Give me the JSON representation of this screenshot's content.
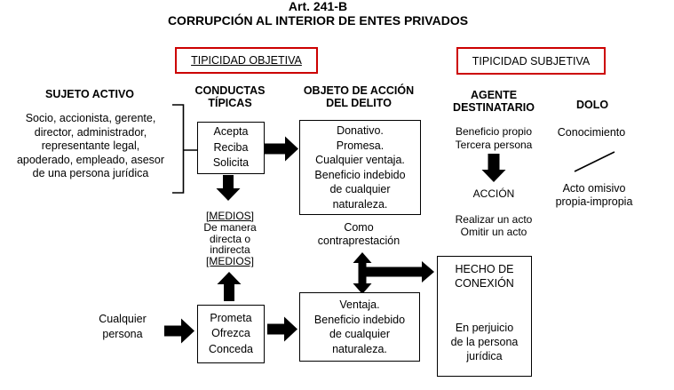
{
  "title": {
    "article": "Art. 241-B",
    "name": "CORRUPCIÓN AL INTERIOR DE ENTES PRIVADOS"
  },
  "colors": {
    "badge_border": "#cc0000",
    "ink": "#000000",
    "paper": "#ffffff"
  },
  "badges": {
    "objective": "TIPICIDAD OBJETIVA",
    "subjective": "TIPICIDAD SUBJETIVA"
  },
  "sujeto_activo": {
    "heading": "SUJETO ACTIVO",
    "description": "Socio, accionista, gerente,\ndirector, administrador,\nrepresentante legal,\napoderado, empleado, asesor\nde una persona jurídica"
  },
  "conductas_tipicas": {
    "heading": "CONDUCTAS\nTÍPICAS",
    "receive_box": "Acepta\nReciba\nSolicita",
    "medios_open": "[MEDIOS]",
    "medios_manner": "De manera\ndirecta o\nindirecta",
    "medios_close": "[MEDIOS]",
    "offer_box": "Prometa\nOfrezca\nConceda",
    "any_person": "Cualquier\npersona"
  },
  "objeto_accion": {
    "heading": "OBJETO DE ACCIÓN\nDEL DELITO",
    "received_box": "Donativo.\nPromesa.\nCualquier ventaja.\nBeneficio indebido\nde cualquier\nnaturaleza.",
    "como": "Como\ncontraprestación",
    "offered_box": "Ventaja.\nBeneficio indebido\nde cualquier\nnaturaleza."
  },
  "agente_destinatario": {
    "heading": "AGENTE\nDESTINATARIO",
    "beneficiaries": "Beneficio propio\nTercera persona",
    "accion": "ACCIÓN",
    "acts": "Realizar un acto\nOmitir un acto"
  },
  "hecho_conexion": {
    "heading": "HECHO DE\nCONEXIÓN",
    "consequence": "En perjuicio\nde la persona\njurídica"
  },
  "dolo": {
    "heading": "DOLO",
    "knowledge": "Conocimiento",
    "omission": "Acto omisivo\npropia-impropia"
  }
}
